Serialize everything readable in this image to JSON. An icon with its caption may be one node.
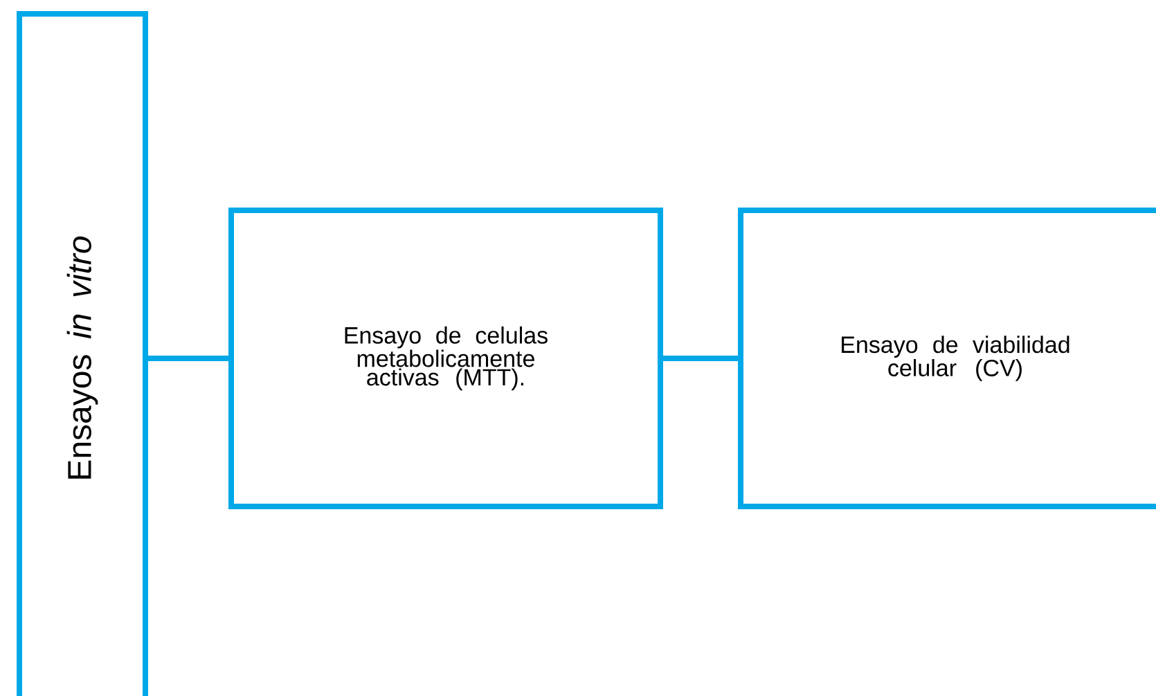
{
  "diagram": {
    "nodes": [
      {
        "text": [
          "Ensayos *in vitro*"
        ]
      },
      {
        "text": [
          "Ensayo de celulas metabolicamente activas (MTT)."
        ]
      },
      {
        "text": [
          "Ensayo de viabilidad celular (CV)"
        ]
      }
    ],
    "edges": [
      {
        "from": 0,
        "to": 1,
        "arrow": "none"
      },
      {
        "from": 1,
        "to": 2,
        "arrow": "none"
      }
    ]
  }
}
